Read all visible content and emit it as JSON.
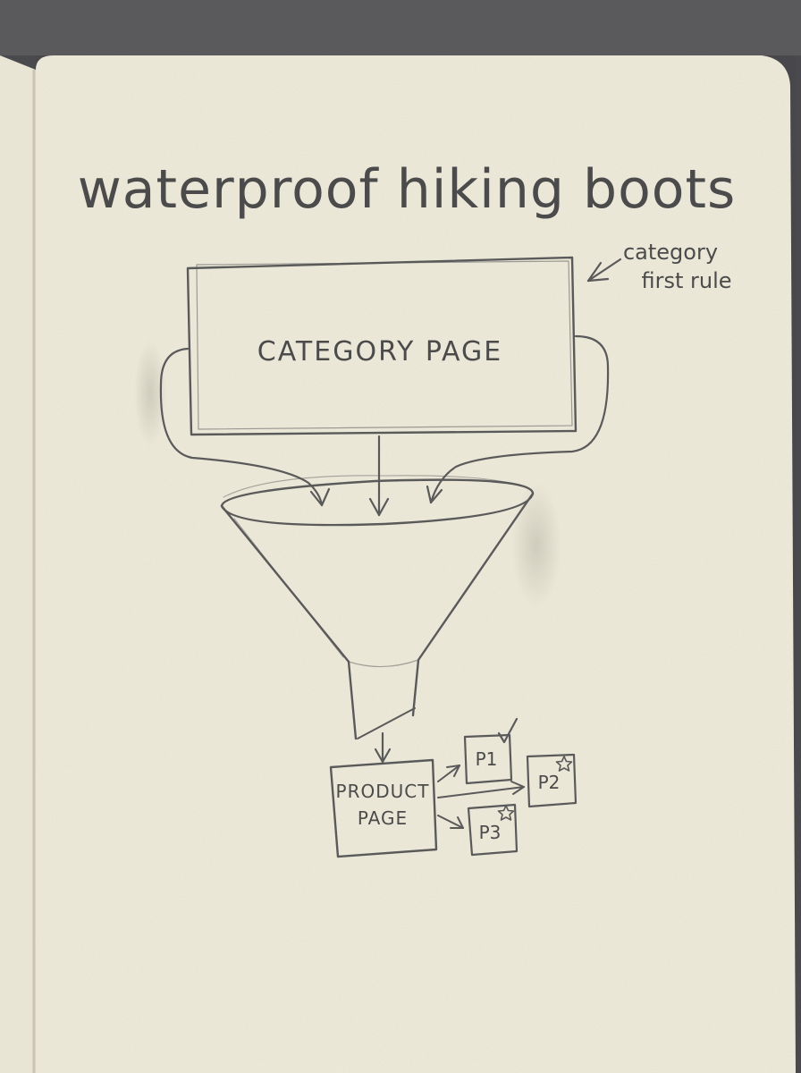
{
  "title": "waterproof hiking boots",
  "note": [
    "category",
    "first rule"
  ],
  "category_box": "CATEGORY PAGE",
  "product_box": [
    "PRODUCT",
    "PAGE"
  ],
  "products": {
    "p1": {
      "label": "P1",
      "mark": "check-icon"
    },
    "p2": {
      "label": "P2",
      "mark": "star-icon"
    },
    "p3": {
      "label": "P3",
      "mark": "star-icon"
    }
  },
  "colors": {
    "paper": "#f1eddd",
    "pencil": "#5a5a5a",
    "cover": "#4a4a4e"
  }
}
